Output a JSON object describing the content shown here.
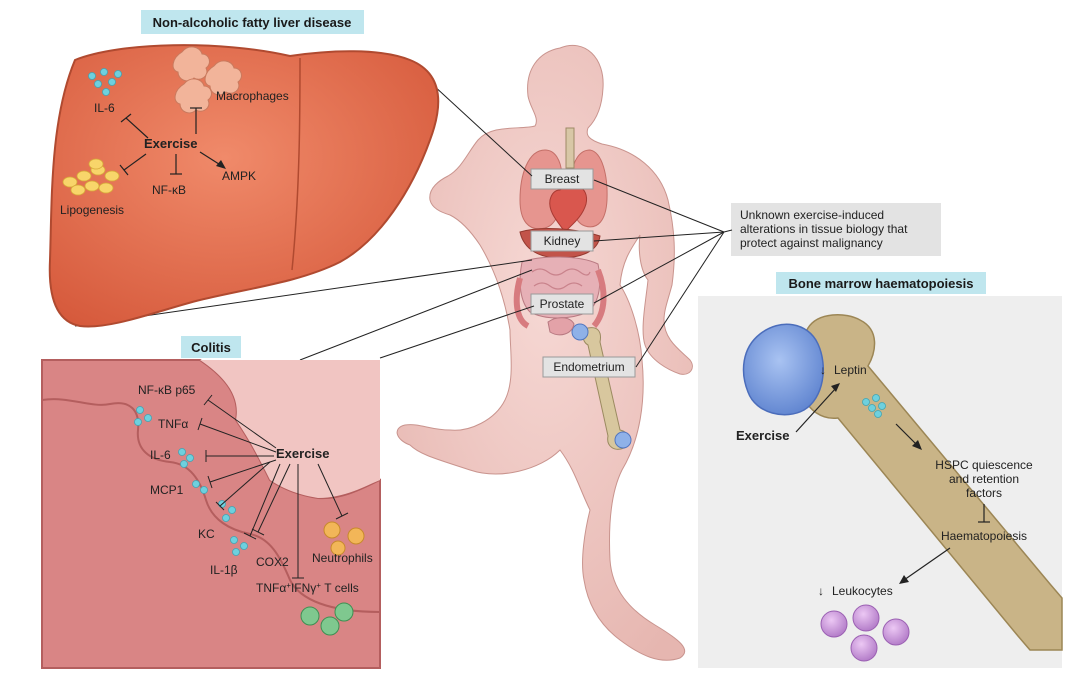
{
  "panels": {
    "liver": {
      "title": "Non-alcoholic fatty liver disease",
      "center": "Exercise",
      "labels": {
        "il6": "IL-6",
        "macrophages": "Macrophages",
        "nfkb": "NF-κB",
        "ampk": "AMPK",
        "lipogenesis": "Lipogenesis"
      }
    },
    "colitis": {
      "title": "Colitis",
      "center": "Exercise",
      "labels": {
        "nfkbp65": "NF-κB p65",
        "tnfa": "TNFα",
        "il6": "IL-6",
        "mcp1": "MCP1",
        "kc": "KC",
        "il1b": "IL-1β",
        "cox2": "COX2",
        "neutrophils": "Neutrophils",
        "tcells_a": "TNFα",
        "tcells_b": "IFNγ",
        "tcells_c": " T cells",
        "sup": "+"
      }
    },
    "marrow": {
      "title": "Bone marrow haematopoiesis",
      "exercise": "Exercise",
      "leptin": "Leptin",
      "hspc": [
        "HSPC quiescence",
        "and retention",
        "factors"
      ],
      "haematopoiesis": "Haematopoiesis",
      "leukocytes": "Leukocytes",
      "down_arrow": "↓"
    }
  },
  "body": {
    "organs": {
      "breast": "Breast",
      "kidney": "Kidney",
      "prostate": "Prostate",
      "endometrium": "Endometrium"
    },
    "note": [
      "Unknown exercise-induced",
      "alterations in tissue biology that",
      "protect against malignancy"
    ]
  },
  "colors": {
    "liver": "#e2674b",
    "colitis_bg": "#f2dcda",
    "colitis_tissue": "#d98585",
    "bone": "#c9b487",
    "marrow_bg": "#eeeeee",
    "body": "#efc8c4",
    "cytokine": "#6ed0de",
    "lipid": "#f8d56a",
    "leukocyte": "#c99ad9",
    "femur_head": "#7c9ede",
    "tcell": "#7fc88f",
    "neutrophil": "#f2b658"
  }
}
